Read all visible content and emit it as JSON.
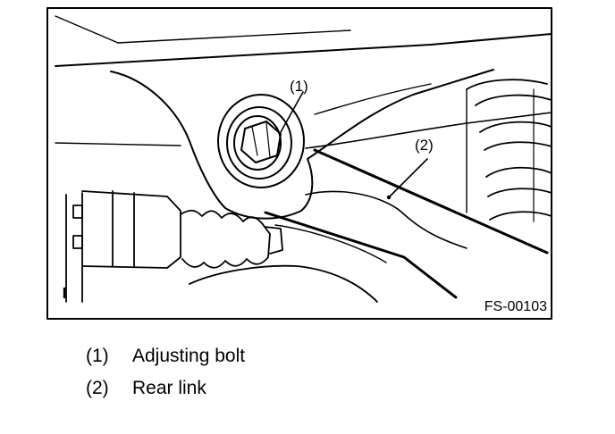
{
  "figure": {
    "figure_id": "FS-00103",
    "callouts": [
      {
        "number": "(1)"
      },
      {
        "number": "(2)"
      }
    ]
  },
  "legend": [
    {
      "number": "(1)",
      "label": "Adjusting bolt"
    },
    {
      "number": "(2)",
      "label": "Rear link"
    }
  ]
}
